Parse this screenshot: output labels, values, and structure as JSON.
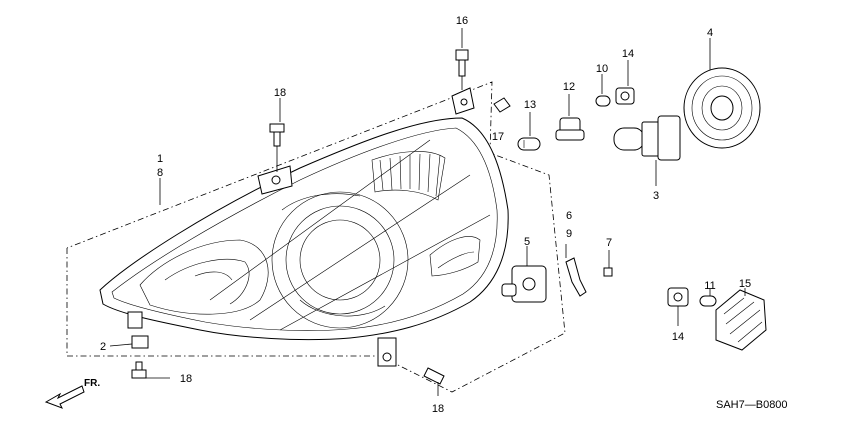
{
  "diagram_code": "SAH7—B0800",
  "direction_label": "FR.",
  "callouts": [
    "1",
    "8",
    "2",
    "18",
    "18",
    "18",
    "16",
    "17",
    "13",
    "12",
    "10",
    "14",
    "4",
    "3",
    "5",
    "6",
    "9",
    "7",
    "11",
    "15",
    "14"
  ]
}
